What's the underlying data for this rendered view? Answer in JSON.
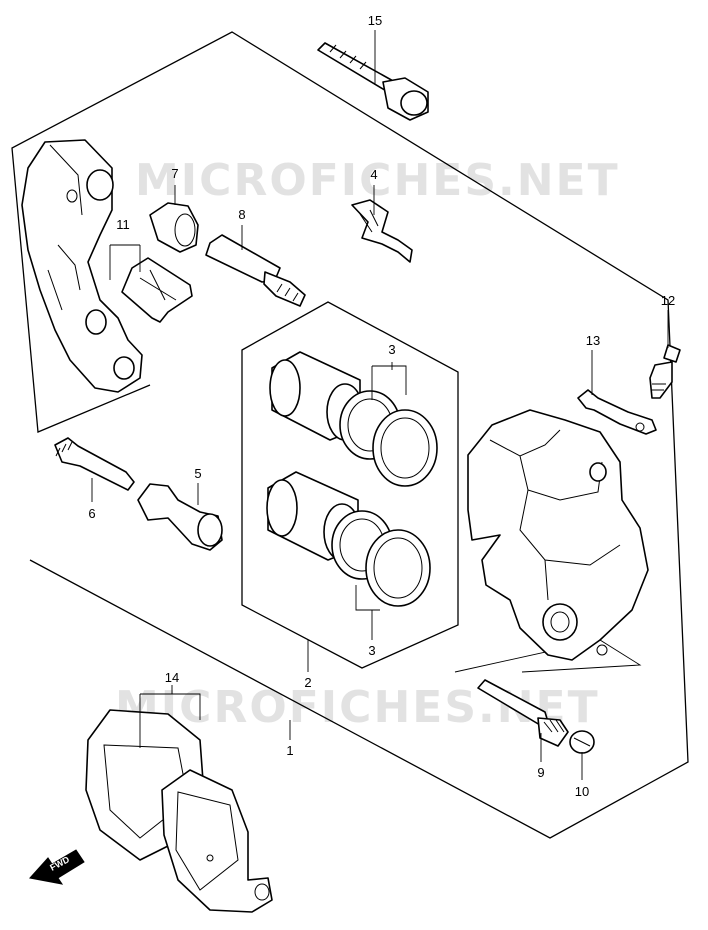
{
  "watermark": {
    "text": "MICROFICHES.NET"
  },
  "fwd_badge": {
    "text": "FWD",
    "icon": "forward-arrow-icon"
  },
  "callouts": {
    "c1": "1",
    "c2": "2",
    "c3a": "3",
    "c3b": "3",
    "c4": "4",
    "c5": "5",
    "c6": "6",
    "c7": "7",
    "c8": "8",
    "c9": "9",
    "c10": "10",
    "c11": "11",
    "c12": "12",
    "c13": "13",
    "c14": "14",
    "c15": "15"
  }
}
